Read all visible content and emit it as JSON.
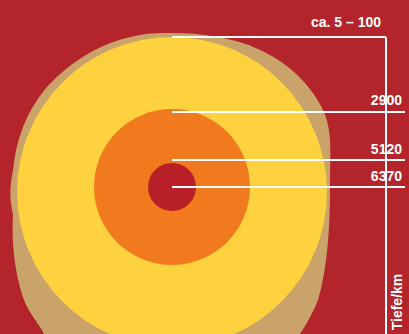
{
  "diagram": {
    "labels": [
      "ca. 5 – 100",
      "2900",
      "5120",
      "6370",
      "Tiefe/km"
    ]
  }
}
